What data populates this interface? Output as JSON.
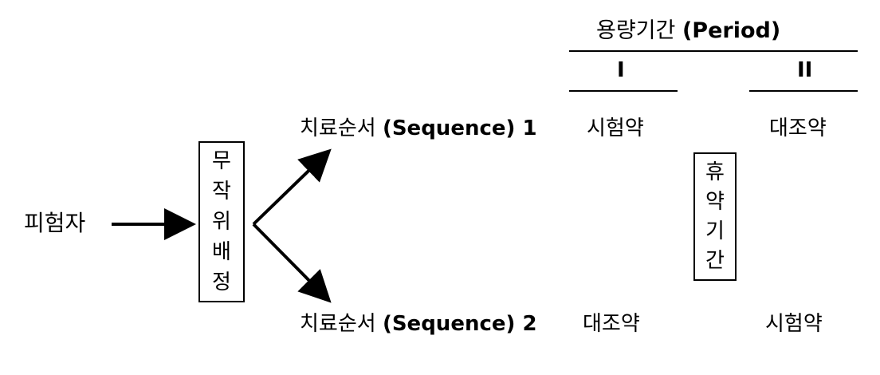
{
  "period_header": {
    "prefix": "용량기간",
    "bold": "(Period)"
  },
  "periods": {
    "p1": "I",
    "p2": "II"
  },
  "subject_label": "피험자",
  "randomization_chars": [
    "무",
    "작",
    "위",
    "배",
    "정"
  ],
  "washout_chars": [
    "휴",
    "약",
    "기",
    "간"
  ],
  "sequences": [
    {
      "prefix": "치료순서",
      "bold": "(Sequence) 1",
      "period1": "시험약",
      "period2": "대조약"
    },
    {
      "prefix": "치료순서",
      "bold": "(Sequence) 2",
      "period1": "대조약",
      "period2": "시험약"
    }
  ]
}
